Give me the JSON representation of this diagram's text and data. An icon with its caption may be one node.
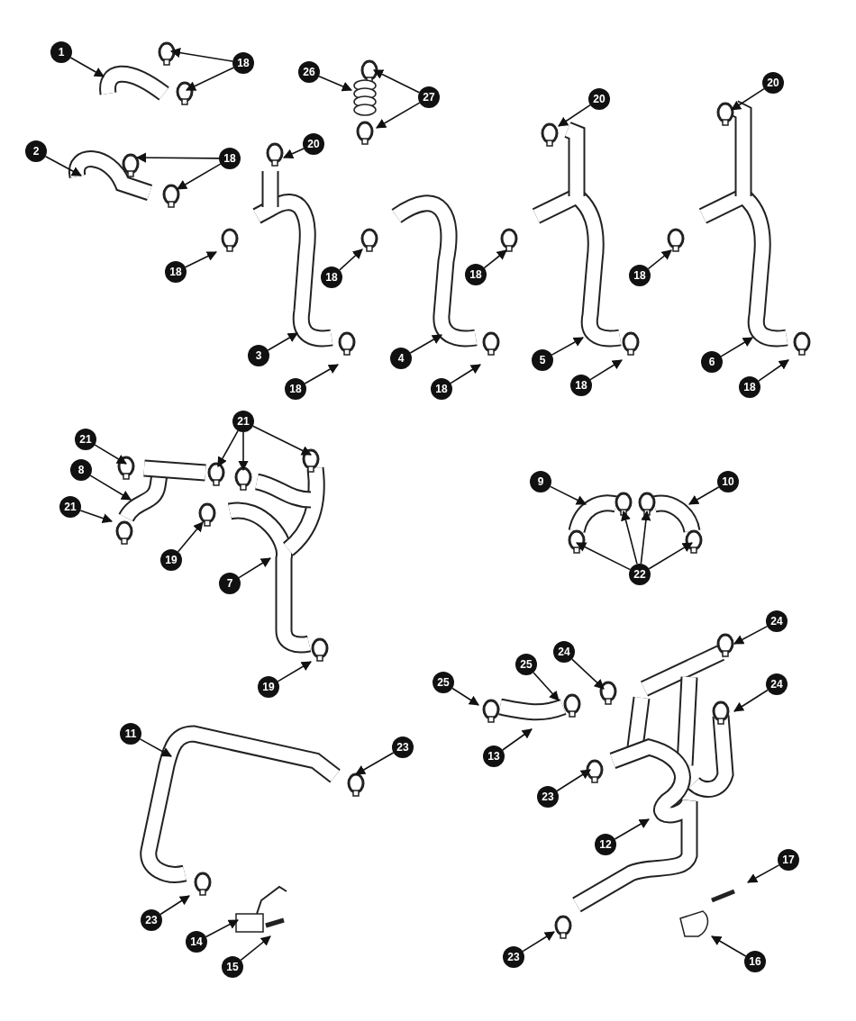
{
  "diagram": {
    "nodes": [
      {
        "text": [
          "1"
        ]
      },
      {
        "text": [
          "18"
        ]
      },
      {
        "text": [
          "26"
        ]
      },
      {
        "text": [
          "20"
        ]
      },
      {
        "text": [
          "27"
        ]
      },
      {
        "text": [
          "20"
        ]
      },
      {
        "text": [
          "20"
        ]
      },
      {
        "text": [
          "2"
        ]
      },
      {
        "text": [
          "18"
        ]
      },
      {
        "text": [
          "18"
        ]
      },
      {
        "text": [
          "18"
        ]
      },
      {
        "text": [
          "18"
        ]
      },
      {
        "text": [
          "18"
        ]
      },
      {
        "text": [
          "3"
        ]
      },
      {
        "text": [
          "4"
        ]
      },
      {
        "text": [
          "5"
        ]
      },
      {
        "text": [
          "6"
        ]
      },
      {
        "text": [
          "18"
        ]
      },
      {
        "text": [
          "18"
        ]
      },
      {
        "text": [
          "18"
        ]
      },
      {
        "text": [
          "18"
        ]
      },
      {
        "text": [
          "21"
        ]
      },
      {
        "text": [
          "21"
        ]
      },
      {
        "text": [
          "8"
        ]
      },
      {
        "text": [
          "9"
        ]
      },
      {
        "text": [
          "10"
        ]
      },
      {
        "text": [
          "21"
        ]
      },
      {
        "text": [
          "19"
        ]
      },
      {
        "text": [
          "22"
        ]
      },
      {
        "text": [
          "7"
        ]
      },
      {
        "text": [
          "24"
        ]
      },
      {
        "text": [
          "24"
        ]
      },
      {
        "text": [
          "25"
        ]
      },
      {
        "text": [
          "25"
        ]
      },
      {
        "text": [
          "24"
        ]
      },
      {
        "text": [
          "19"
        ]
      },
      {
        "text": [
          "11"
        ]
      },
      {
        "text": [
          "23"
        ]
      },
      {
        "text": [
          "13"
        ]
      },
      {
        "text": [
          "23"
        ]
      },
      {
        "text": [
          "12"
        ]
      },
      {
        "text": [
          "17"
        ]
      },
      {
        "text": [
          "23"
        ]
      },
      {
        "text": [
          "14"
        ]
      },
      {
        "text": [
          "23"
        ]
      },
      {
        "text": [
          "15"
        ]
      },
      {
        "text": [
          "16"
        ]
      }
    ],
    "edges": [
      {
        "from": 0,
        "to": null,
        "arrow": "to"
      },
      {
        "from": 1,
        "to": null,
        "arrow": "to"
      },
      {
        "from": 1,
        "to": null,
        "arrow": "to"
      },
      {
        "from": 2,
        "to": null,
        "arrow": "to"
      },
      {
        "from": 3,
        "to": null,
        "arrow": "to"
      },
      {
        "from": 4,
        "to": null,
        "arrow": "to"
      },
      {
        "from": 4,
        "to": null,
        "arrow": "to"
      },
      {
        "from": 5,
        "to": null,
        "arrow": "to"
      },
      {
        "from": 6,
        "to": null,
        "arrow": "to"
      },
      {
        "from": 7,
        "to": null,
        "arrow": "to"
      },
      {
        "from": 8,
        "to": null,
        "arrow": "to"
      },
      {
        "from": 8,
        "to": null,
        "arrow": "to"
      },
      {
        "from": 9,
        "to": null,
        "arrow": "to"
      },
      {
        "from": 10,
        "to": null,
        "arrow": "to"
      },
      {
        "from": 11,
        "to": null,
        "arrow": "to"
      },
      {
        "from": 12,
        "to": null,
        "arrow": "to"
      },
      {
        "from": 13,
        "to": null,
        "arrow": "to"
      },
      {
        "from": 14,
        "to": null,
        "arrow": "to"
      },
      {
        "from": 15,
        "to": null,
        "arrow": "to"
      },
      {
        "from": 16,
        "to": null,
        "arrow": "to"
      },
      {
        "from": 17,
        "to": null,
        "arrow": "to"
      },
      {
        "from": 18,
        "to": null,
        "arrow": "to"
      },
      {
        "from": 19,
        "to": null,
        "arrow": "to"
      },
      {
        "from": 20,
        "to": null,
        "arrow": "to"
      },
      {
        "from": 21,
        "to": null,
        "arrow": "to"
      },
      {
        "from": 21,
        "to": null,
        "arrow": "to"
      },
      {
        "from": 21,
        "to": null,
        "arrow": "to"
      },
      {
        "from": 22,
        "to": null,
        "arrow": "to"
      },
      {
        "from": 23,
        "to": null,
        "arrow": "to"
      },
      {
        "from": 24,
        "to": null,
        "arrow": "to"
      },
      {
        "from": 25,
        "to": null,
        "arrow": "to"
      },
      {
        "from": 26,
        "to": null,
        "arrow": "to"
      },
      {
        "from": 27,
        "to": null,
        "arrow": "to"
      },
      {
        "from": 28,
        "to": null,
        "arrow": "to"
      },
      {
        "from": 28,
        "to": null,
        "arrow": "to"
      },
      {
        "from": 28,
        "to": null,
        "arrow": "to"
      },
      {
        "from": 28,
        "to": null,
        "arrow": "to"
      },
      {
        "from": 29,
        "to": null,
        "arrow": "to"
      },
      {
        "from": 30,
        "to": null,
        "arrow": "to"
      },
      {
        "from": 31,
        "to": null,
        "arrow": "to"
      },
      {
        "from": 32,
        "to": null,
        "arrow": "to"
      },
      {
        "from": 33,
        "to": null,
        "arrow": "to"
      },
      {
        "from": 34,
        "to": null,
        "arrow": "to"
      },
      {
        "from": 35,
        "to": null,
        "arrow": "to"
      },
      {
        "from": 36,
        "to": null,
        "arrow": "to"
      },
      {
        "from": 37,
        "to": null,
        "arrow": "to"
      },
      {
        "from": 38,
        "to": null,
        "arrow": "to"
      },
      {
        "from": 39,
        "to": null,
        "arrow": "to"
      },
      {
        "from": 40,
        "to": null,
        "arrow": "to"
      },
      {
        "from": 41,
        "to": null,
        "arrow": "to"
      },
      {
        "from": 42,
        "to": null,
        "arrow": "to"
      },
      {
        "from": 43,
        "to": null,
        "arrow": "to"
      },
      {
        "from": 44,
        "to": null,
        "arrow": "to"
      },
      {
        "from": 45,
        "to": null,
        "arrow": "to"
      },
      {
        "from": 46,
        "to": null,
        "arrow": "to"
      }
    ]
  }
}
